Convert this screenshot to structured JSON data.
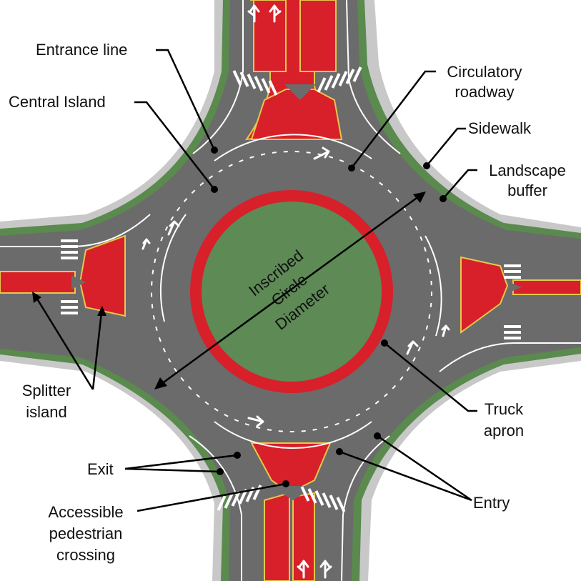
{
  "labels": {
    "entrance_line": "Entrance line",
    "central_island": "Central Island",
    "circulatory_line1": "Circulatory",
    "circulatory_line2": "roadway",
    "sidewalk": "Sidewalk",
    "landscape_line1": "Landscape",
    "landscape_line2": "buffer",
    "inscribed_line1": "Inscribed",
    "inscribed_line2": "Circle",
    "inscribed_line3": "Diameter",
    "splitter_line1": "Splitter",
    "splitter_line2": "island",
    "truck_line1": "Truck",
    "truck_line2": "apron",
    "exit": "Exit",
    "entry": "Entry",
    "accessible_line1": "Accessible",
    "accessible_line2": "pedestrian",
    "accessible_line3": "crossing"
  },
  "colors": {
    "background": "#ffffff",
    "sidewalk": "#c8c8c8",
    "landscape": "#5a8a4e",
    "road": "#6b6b6b",
    "island_red": "#d7202a",
    "island_green": "#5d8a55",
    "curb_yellow": "#e6c84a",
    "marking_white": "#ffffff",
    "leader_black": "#000000"
  }
}
